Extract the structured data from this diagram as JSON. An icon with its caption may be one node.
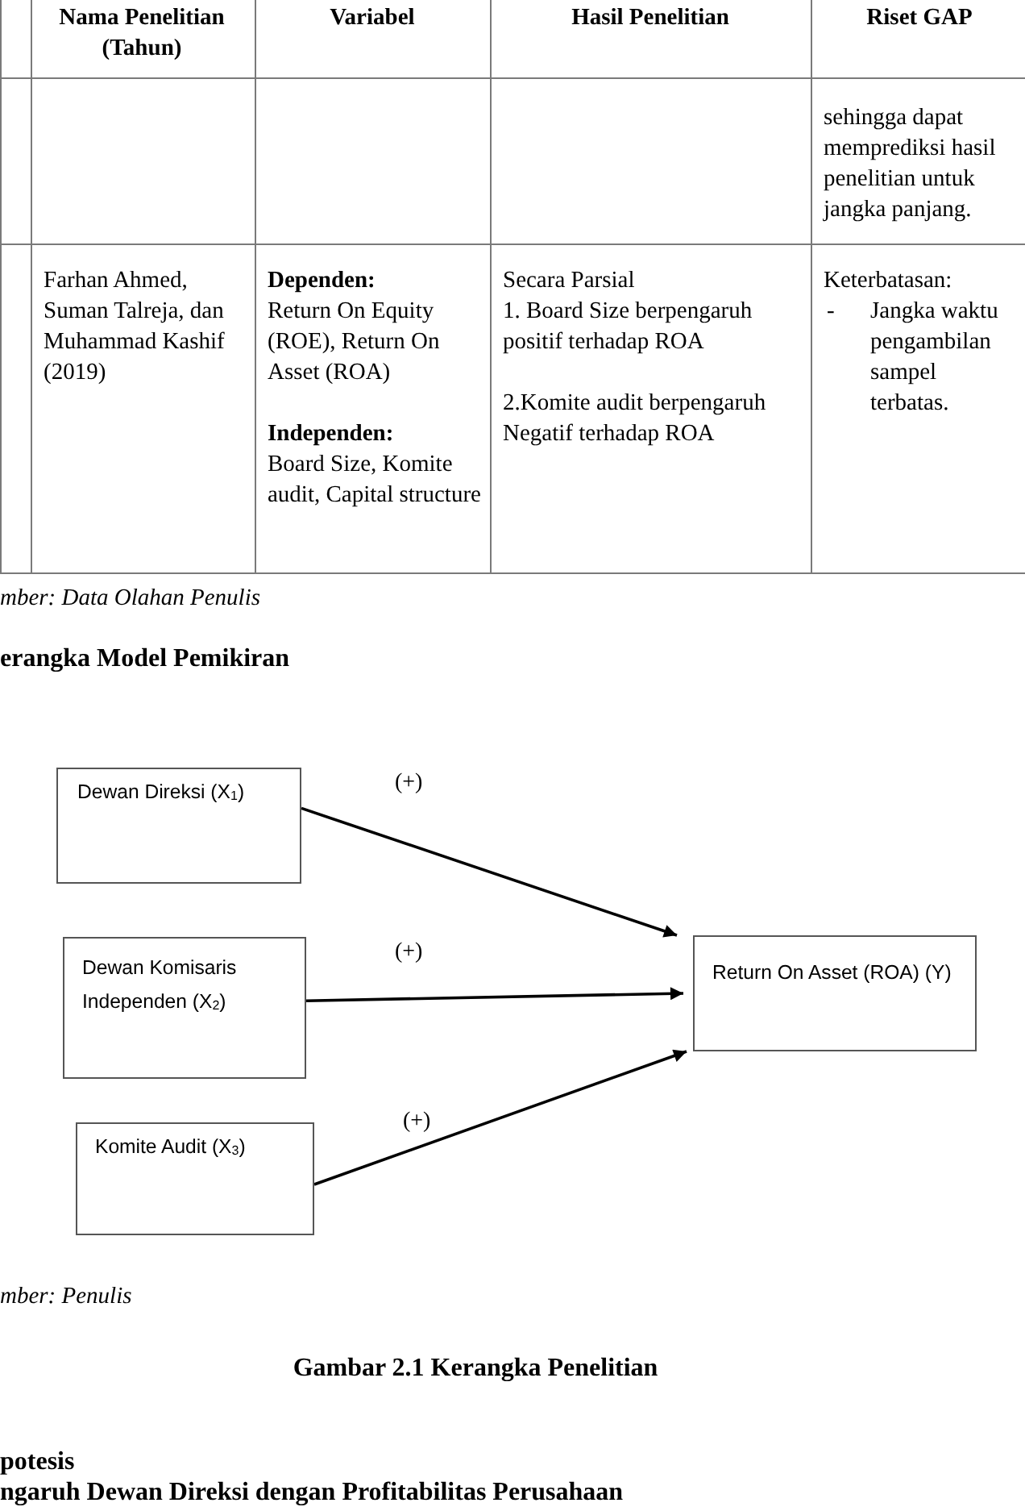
{
  "diagram": {
    "title": "erangka Model Pemikiran",
    "caption": "Gambar 2.1 Kerangka Penelitian",
    "nodes": [
      {
        "text": [
          "Dewan Direksi (X$_{1}$)"
        ]
      },
      {
        "text": [
          "Dewan Komisaris Independen (X$_{2}$)"
        ]
      },
      {
        "text": [
          "Komite Audit (X$_{3}$)"
        ]
      },
      {
        "text": [
          "Return On Asset (ROA) (Y)"
        ]
      }
    ],
    "edges": [
      {
        "from": 0,
        "to": 3,
        "arrow": "to",
        "label": "(+)"
      },
      {
        "from": 1,
        "to": 3,
        "arrow": "to",
        "label": "(+)"
      },
      {
        "from": 2,
        "to": 3,
        "arrow": "to",
        "label": "(+)"
      }
    ],
    "labels": [
      "Nama Penelitian (Tahun)",
      "Variabel",
      "Hasil Penelitian",
      "Riset GAP",
      "sehingga dapat memprediksi hasil penelitian untuk jangka panjang.",
      "Farhan Ahmed, Suman Talreja, dan Muhammad Kashif (2019)",
      "Dependen:",
      "Return On Equity (ROE), Return On Asset (ROA)",
      "Independen:",
      "Board Size, Komite audit, Capital structure",
      "Secara Parsial",
      "1. Board Size berpengaruh positif terhadap ROA",
      "2.Komite audit berpengaruh Negatif terhadap ROA",
      "Keterbatasan:",
      "-",
      "Jangka waktu pengambilan sampel terbatas.",
      "mber: Data Olahan Penulis",
      "mber: Penulis",
      "potesis",
      "ngaruh Dewan Direksi dengan Profitabilitas Perusahaan"
    ]
  }
}
